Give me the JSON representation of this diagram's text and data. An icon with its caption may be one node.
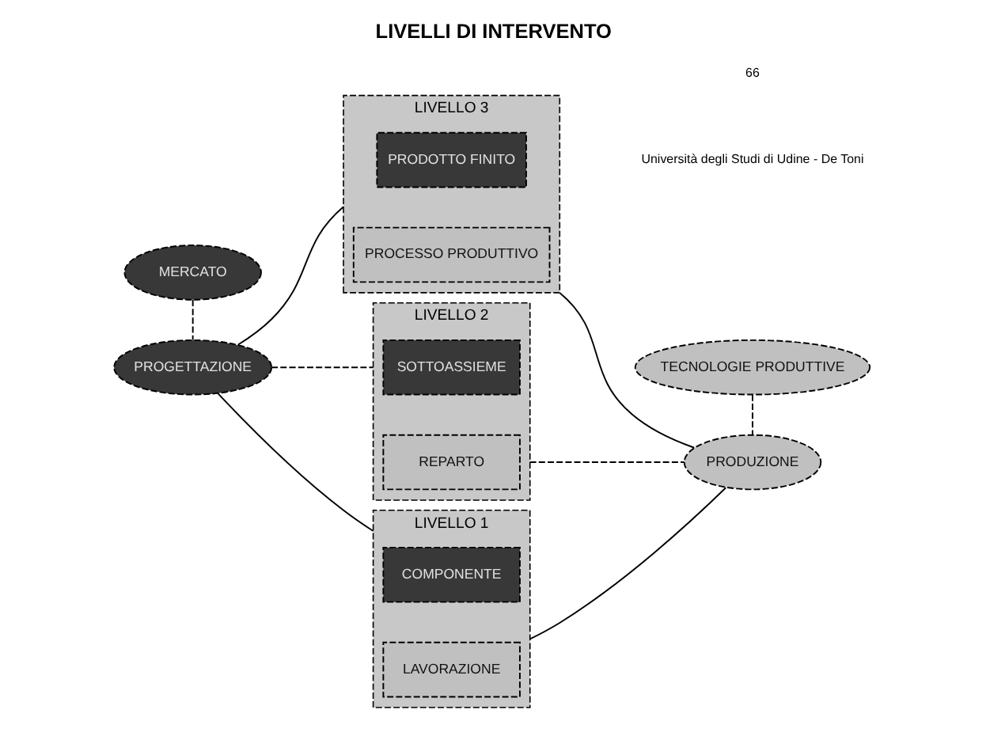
{
  "diagram": {
    "title": "LIVELLI DI INTERVENTO",
    "nodes": [
      {
        "text": [
          "MERCATO"
        ]
      },
      {
        "text": [
          "TECNOLOGIE PRODUTTIVE"
        ]
      },
      {
        "text": [
          "LIVELLO 3"
        ]
      },
      {
        "text": [
          "PRODOTTO FINITO"
        ],
        "in": 2
      },
      {
        "text": [
          "PROCESSO PRODUTTIVO"
        ],
        "in": 2
      },
      {
        "text": [
          "PROGETTAZIONE"
        ]
      },
      {
        "text": [
          "LIVELLO 2"
        ]
      },
      {
        "text": [
          "SOTTOASSIEME"
        ],
        "in": 6
      },
      {
        "text": [
          "REPARTO"
        ],
        "in": 6
      },
      {
        "text": [
          "PRODUZIONE"
        ]
      },
      {
        "text": [
          "LIVELLO 1"
        ]
      },
      {
        "text": [
          "COMPONENTE"
        ],
        "in": 10
      },
      {
        "text": [
          "LAVORAZIONE"
        ],
        "in": 10
      }
    ],
    "edges": [
      {
        "from": 0,
        "to": 5,
        "arrow": "none",
        "style": "dashed"
      },
      {
        "from": 1,
        "to": 9,
        "arrow": "none",
        "style": "dashed"
      },
      {
        "from": 5,
        "to": 2,
        "arrow": "none"
      },
      {
        "from": 5,
        "to": 6,
        "arrow": "none",
        "style": "dashed"
      },
      {
        "from": 5,
        "to": 10,
        "arrow": "none"
      },
      {
        "from": 2,
        "to": 9,
        "arrow": "none"
      },
      {
        "from": 6,
        "to": 9,
        "arrow": "none",
        "style": "dashed"
      },
      {
        "from": 10,
        "to": 9,
        "arrow": "none"
      }
    ],
    "labels": [
      "Università degli Studi di Udine - De Toni",
      "66"
    ]
  }
}
